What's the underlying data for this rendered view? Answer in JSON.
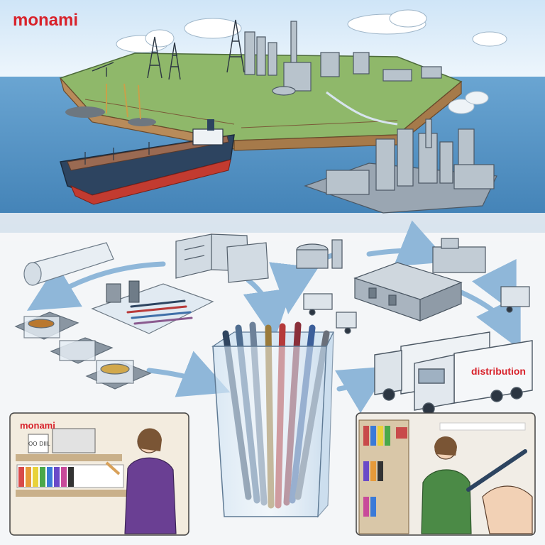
{
  "brand": {
    "name": "monami",
    "color": "#d8222b"
  },
  "truck": {
    "label": "distribution"
  },
  "left_panel": {
    "brand": "monami",
    "shelf_sign": "OO DIIL"
  },
  "colors": {
    "sea": "#4f8fc0",
    "sky": "#dfeefa",
    "arrow": "#8fb7d9",
    "land": "#b88b5a",
    "grass": "#8fb86a",
    "factory": "#a9b4bf"
  }
}
